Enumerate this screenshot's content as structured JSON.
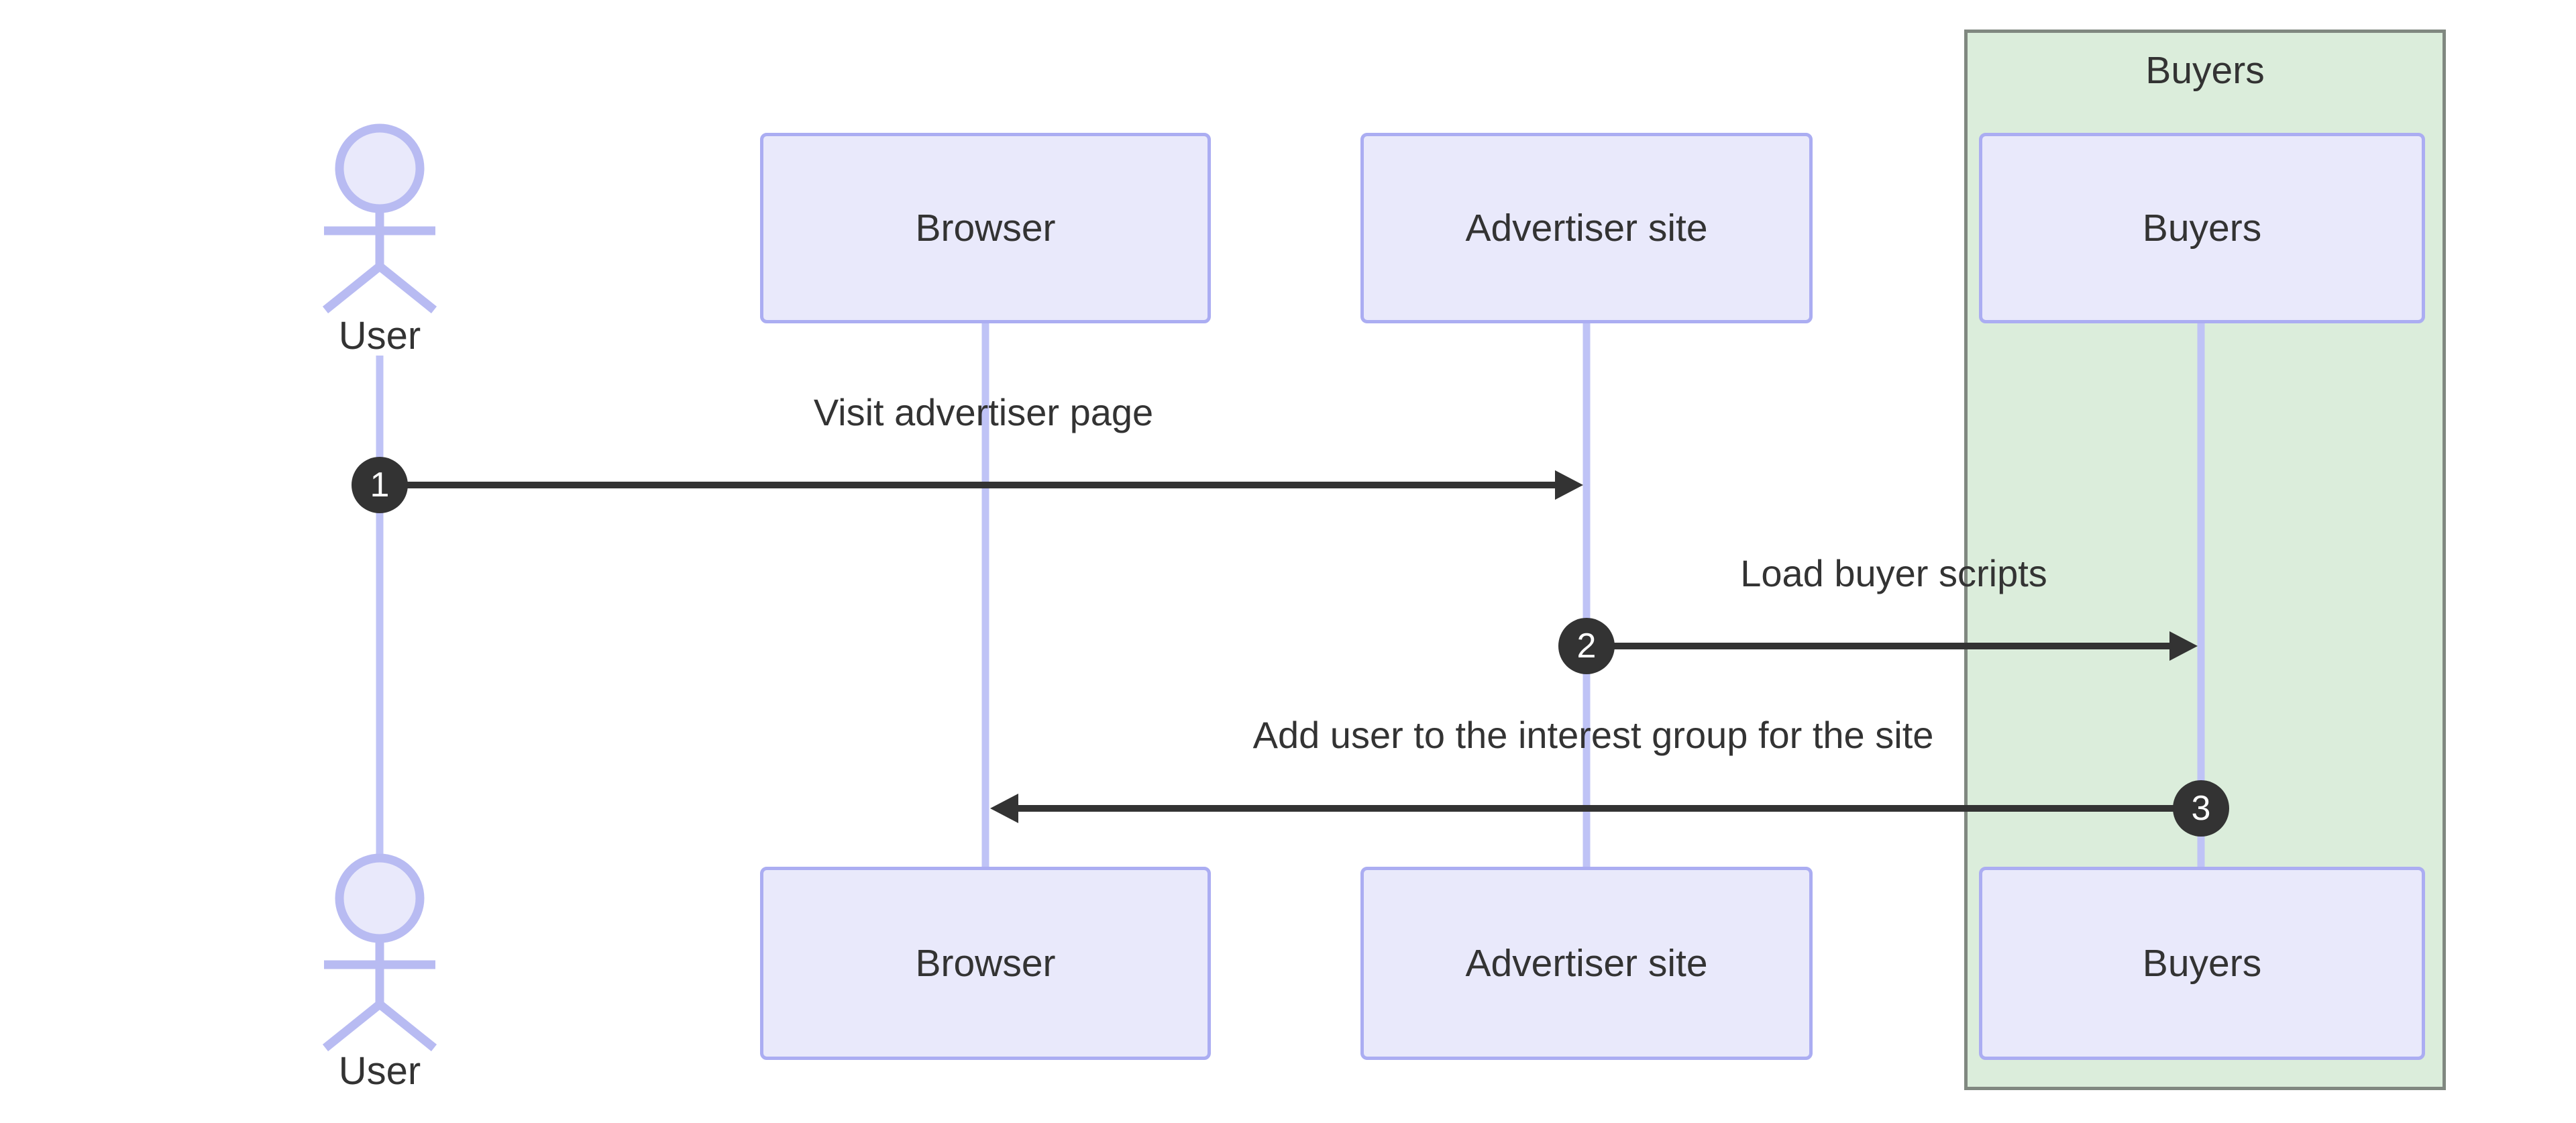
{
  "diagram_type": "sequence-diagram",
  "colors": {
    "background": "#ffffff",
    "participant_fill": "#e9e9fb",
    "participant_border": "#abadf2",
    "lifeline": "#bfc3f6",
    "actor_stroke": "#b8bbf2",
    "group_fill": "#dbeddb",
    "group_border": "#808880",
    "arrow": "#333333",
    "text": "#333333",
    "badge_fill": "#333333",
    "badge_text": "#ffffff"
  },
  "actor": {
    "label": "User"
  },
  "participants": [
    {
      "label": "Browser"
    },
    {
      "label": "Advertiser site"
    },
    {
      "label": "Buyers"
    }
  ],
  "group": {
    "label": "Buyers"
  },
  "messages": [
    {
      "seq": "1",
      "label": "Visit advertiser page",
      "from": "User",
      "to": "Advertiser site"
    },
    {
      "seq": "2",
      "label": "Load buyer scripts",
      "from": "Advertiser site",
      "to": "Buyers"
    },
    {
      "seq": "3",
      "label": "Add user to the interest group for the site",
      "from": "Buyers",
      "to": "Browser"
    }
  ]
}
